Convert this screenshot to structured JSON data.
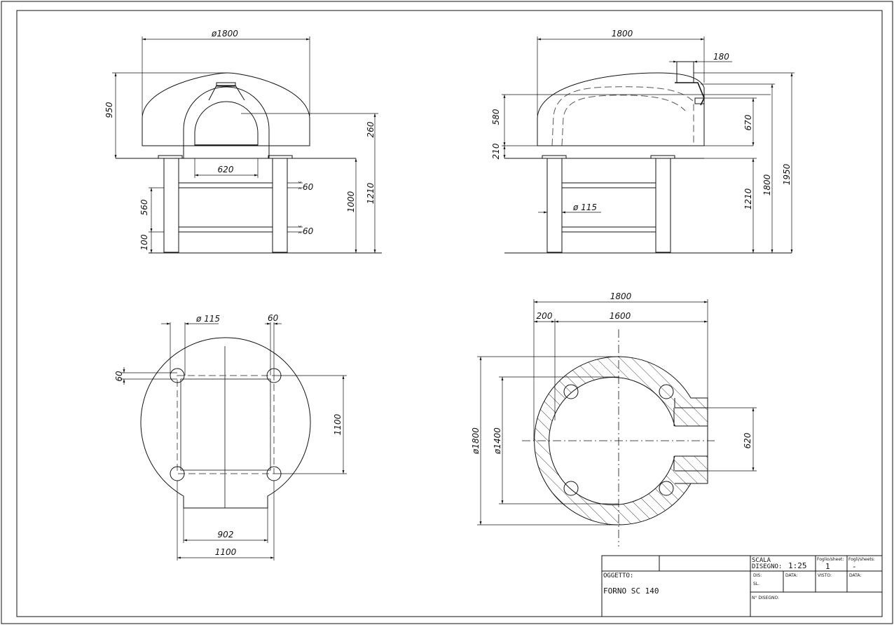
{
  "dims": {
    "d1800_front": "ø1800",
    "h950": "950",
    "w620_front": "620",
    "h260": "260",
    "h560": "560",
    "h100": "100",
    "bar60a": "60",
    "bar60b": "60",
    "h1000": "1000",
    "h1210_front": "1210",
    "w1800_side": "1800",
    "w180": "180",
    "h580": "580",
    "h210": "210",
    "h670": "670",
    "leg115_side": "ø 115",
    "h1210_side": "1210",
    "h1800_side": "1800",
    "h1950": "1950",
    "leg115_plan": "ø 115",
    "w60_plan": "60",
    "h60_plan": "60",
    "h1100_plan": "1100",
    "w902": "902",
    "w1100_plan": "1100",
    "w1800_sec": "1800",
    "w200": "200",
    "w1600": "1600",
    "d1800_sec": "ø1800",
    "d1400_sec": "ø1400",
    "h620_sec": "620"
  },
  "title_block": {
    "scala_label": "SCALA",
    "disegno_label": "DISEGNO:",
    "scale_value": "1:25",
    "foglio_label": "Foglio/sheet:",
    "foglio_value": "1",
    "fogli_label": "Fogli/sheets:",
    "fogli_value": "-",
    "oggetto_label": "OGGETTO:",
    "oggetto_value": "FORNO SC 140",
    "dis_label": "DIS:",
    "sl_label": "SL.",
    "data_label": "DATA:",
    "visto_label": "VISTO:",
    "data2_label": "DATA:",
    "n_disegno_label": "N° DISEGNO:"
  }
}
